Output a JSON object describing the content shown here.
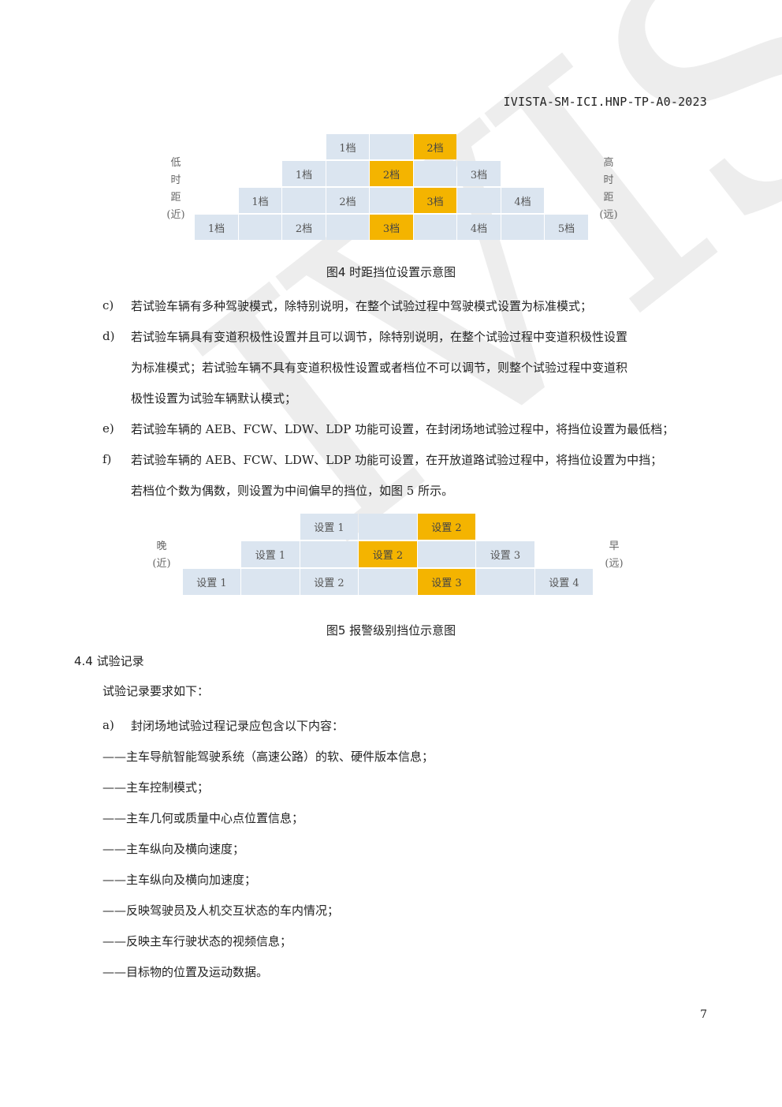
{
  "header": {
    "doc_id": "IVISTA-SM-ICI.HNP-TP-A0-2023"
  },
  "watermark": "IVISTA",
  "fig4": {
    "left_label": "低\n时\n距\n(近)",
    "right_label": "高\n时\n距\n(远)",
    "rows": [
      [
        "1档",
        "",
        "2档"
      ],
      [
        "1档",
        "",
        "2档",
        "",
        "3档"
      ],
      [
        "1档",
        "",
        "2档",
        "",
        "3档",
        "",
        "4档"
      ],
      [
        "1档",
        "",
        "2档",
        "",
        "3档",
        "",
        "4档",
        "",
        "5档"
      ]
    ],
    "highlight": [
      [
        2
      ],
      [
        2
      ],
      [
        4
      ],
      [
        4
      ]
    ],
    "caption": "图4 时距挡位设置示意图"
  },
  "items1": [
    {
      "label": "c)",
      "lines": [
        "若试验车辆有多种驾驶模式，除特别说明，在整个试验过程中驾驶模式设置为标准模式；"
      ]
    },
    {
      "label": "d)",
      "lines": [
        "若试验车辆具有变道积极性设置并且可以调节，除特别说明，在整个试验过程中变道积极性设置",
        "为标准模式；若试验车辆不具有变道积极性设置或者档位不可以调节，则整个试验过程中变道积",
        "极性设置为试验车辆默认模式；"
      ]
    },
    {
      "label": "e)",
      "lines": [
        "若试验车辆的 AEB、FCW、LDW、LDP 功能可设置，在封闭场地试验过程中，将挡位设置为最低档；"
      ]
    },
    {
      "label": "f)",
      "lines": [
        "若试验车辆的 AEB、FCW、LDW、LDP 功能可设置，在开放道路试验过程中，将挡位设置为中挡；",
        "若档位个数为偶数，则设置为中间偏早的挡位，如图 5 所示。"
      ]
    }
  ],
  "fig5": {
    "left_label": "晚\n(近)",
    "right_label": "早\n(远)",
    "rows": [
      [
        "设置 1",
        "",
        "设置 2"
      ],
      [
        "设置 1",
        "",
        "设置 2",
        "",
        "设置 3"
      ],
      [
        "设置 1",
        "",
        "设置 2",
        "",
        "设置 3",
        "",
        "设置 4"
      ]
    ],
    "highlight": [
      [
        2
      ],
      [
        2
      ],
      [
        4
      ]
    ],
    "caption": "图5 报警级别挡位示意图"
  },
  "section": {
    "number": "4.4",
    "title": "试验记录"
  },
  "intro": "试验记录要求如下：",
  "item_a": {
    "label": "a)",
    "text": "封闭场地试验过程记录应包含以下内容："
  },
  "dash_items": [
    "——主车导航智能驾驶系统（高速公路）的软、硬件版本信息；",
    "——主车控制模式；",
    "——主车几何或质量中心点位置信息；",
    "——主车纵向及横向速度；",
    "——主车纵向及横向加速度；",
    "——反映驾驶员及人机交互状态的车内情况；",
    "——反映主车行驶状态的视频信息；",
    "——目标物的位置及运动数据。"
  ],
  "page_number": "7"
}
